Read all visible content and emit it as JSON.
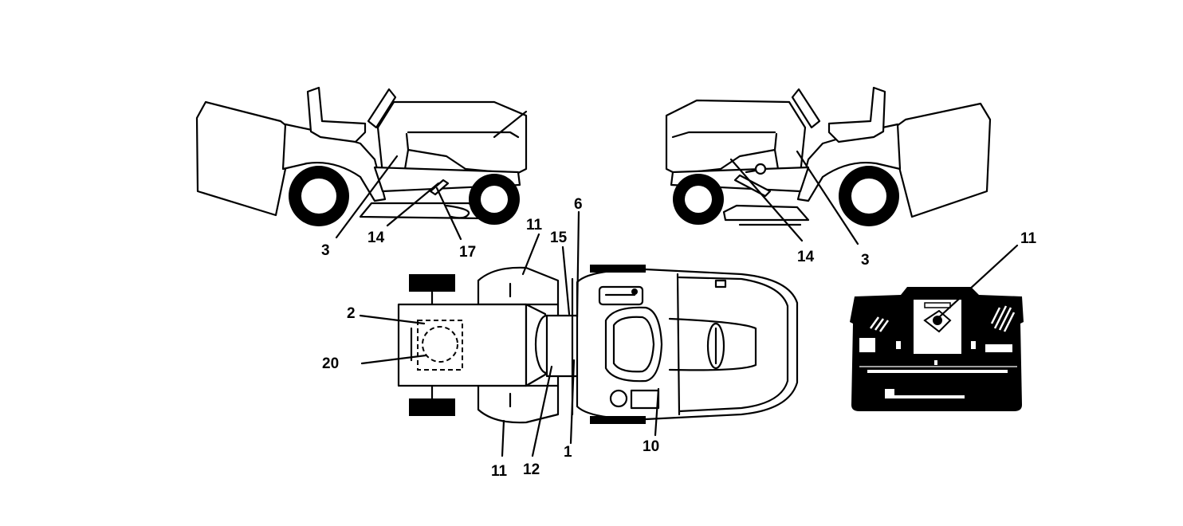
{
  "callouts": {
    "left_view": {
      "label_3": "3",
      "label_14": "14",
      "label_17": "17"
    },
    "right_view": {
      "label_14": "14",
      "label_3": "3"
    },
    "top_view": {
      "label_6": "6",
      "label_11_top": "11",
      "label_15": "15",
      "label_2": "2",
      "label_20": "20",
      "label_1": "1",
      "label_10": "10",
      "label_11_bottom": "11",
      "label_12": "12"
    },
    "dash_view": {
      "label_11": "11"
    }
  },
  "colors": {
    "line": "#000000",
    "background": "#ffffff"
  }
}
